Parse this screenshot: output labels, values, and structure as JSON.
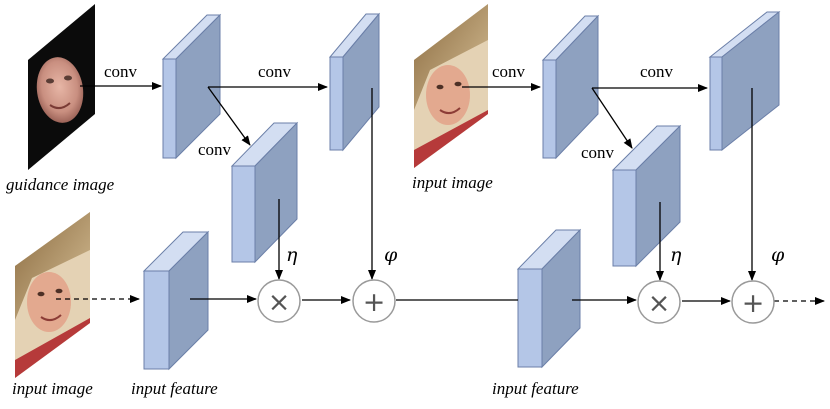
{
  "labels": {
    "guidance_image": "guidance image",
    "input_image_top": "input image",
    "input_image_bottom": "input image",
    "input_feature_left": "input feature",
    "input_feature_right": "input feature"
  },
  "conv_labels": [
    "conv",
    "conv",
    "conv",
    "conv",
    "conv",
    "conv"
  ],
  "greek": {
    "eta_1": "η",
    "phi_1": "φ",
    "eta_2": "η",
    "phi_2": "φ"
  },
  "operators": {
    "multiply": "×",
    "add": "+"
  },
  "colors": {
    "block_front": "#b4c6e7",
    "block_side": "#8ea1c0",
    "block_top": "#d3def2",
    "block_stroke": "#6b7fa8",
    "operator_circle_stroke": "#9a9a9a",
    "arrow": "#000000"
  }
}
